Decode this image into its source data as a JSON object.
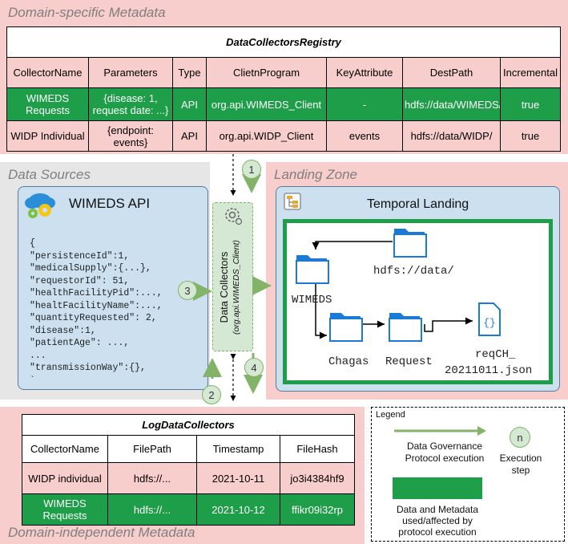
{
  "colors": {
    "pink_bg": "#f8cecc",
    "grey_bg": "#e6e6e6",
    "blue_box": "#cce0f0",
    "green_dark": "#1e9e48",
    "green_arrow": "#82b366",
    "green_light": "#d5e8d4",
    "folder_blue": "#1b7ad6"
  },
  "sections": {
    "domain_specific": "Domain-specific Metadata",
    "data_sources": "Data Sources",
    "landing_zone": "Landing Zone",
    "domain_independent": "Domain-independent Metadata"
  },
  "registry": {
    "title": "DataCollectorsRegistry",
    "headers": [
      "CollectorName",
      "Parameters",
      "Type",
      "ClietnProgram",
      "KeyAttribute",
      "DestPath",
      "Incremental"
    ],
    "rows": [
      {
        "name": "WIMEDS Requests",
        "params": "{disease: 1, request date: ...}",
        "type": "API",
        "client": "org.api.WIMEDS_Client",
        "key": "-",
        "dest": "hdfs://data/WIMEDS/(",
        "incremental": "true"
      },
      {
        "name": "WIDP Individual",
        "params": "{endpoint: events}",
        "type": "API",
        "client": "org.api.WIDP_Client",
        "key": "events",
        "dest": "hdfs://data/WIDP/",
        "incremental": "true"
      }
    ]
  },
  "api": {
    "title": "WIMEDS API",
    "icon": "gears-cloud-icon",
    "lines": [
      "{",
      "\"persistenceId\":1,",
      "\"medicalSupply\":{...},",
      "\"requestorId\": 51,",
      "\"healthFacilityPid\":...,",
      "\"healtFacilityName\":...,",
      "\"quantityRequested\": 2,",
      "\"disease\":1,",
      "\"patientAge\": ...,",
      "...",
      "\"transmissionWay\":{},",
      "`"
    ]
  },
  "collectors": {
    "label": "Data Collectors",
    "sublabel": "(org.api.WIMEDS_Client)"
  },
  "landing": {
    "title": "Temporal Landing",
    "folders": {
      "root": "hdfs://data/",
      "wimeds": "WIMEDS",
      "chagas": "Chagas",
      "request": "Request"
    },
    "file_line1": "reqCH_",
    "file_line2": "20211011.json"
  },
  "steps": [
    "1",
    "2",
    "3",
    "4"
  ],
  "log": {
    "title": "LogDataCollectors",
    "headers": [
      "CollectorName",
      "FilePath",
      "Timestamp",
      "FileHash"
    ],
    "rows": [
      {
        "name": "WIDP individual",
        "path": "hdfs://...",
        "ts": "2021-10-11",
        "hash": "jo3i4384hf9"
      },
      {
        "name": "WIMEDS Requests",
        "path": "hdfs://...",
        "ts": "2021-10-12",
        "hash": "ffikr09i32rp"
      }
    ]
  },
  "legend": {
    "title": "Legend",
    "arrow_label": "Data Governance Protocol execution",
    "step_symbol": "n",
    "step_label": "Execution step",
    "box_label": "Data and Metadata used/affected by protocol execution"
  }
}
